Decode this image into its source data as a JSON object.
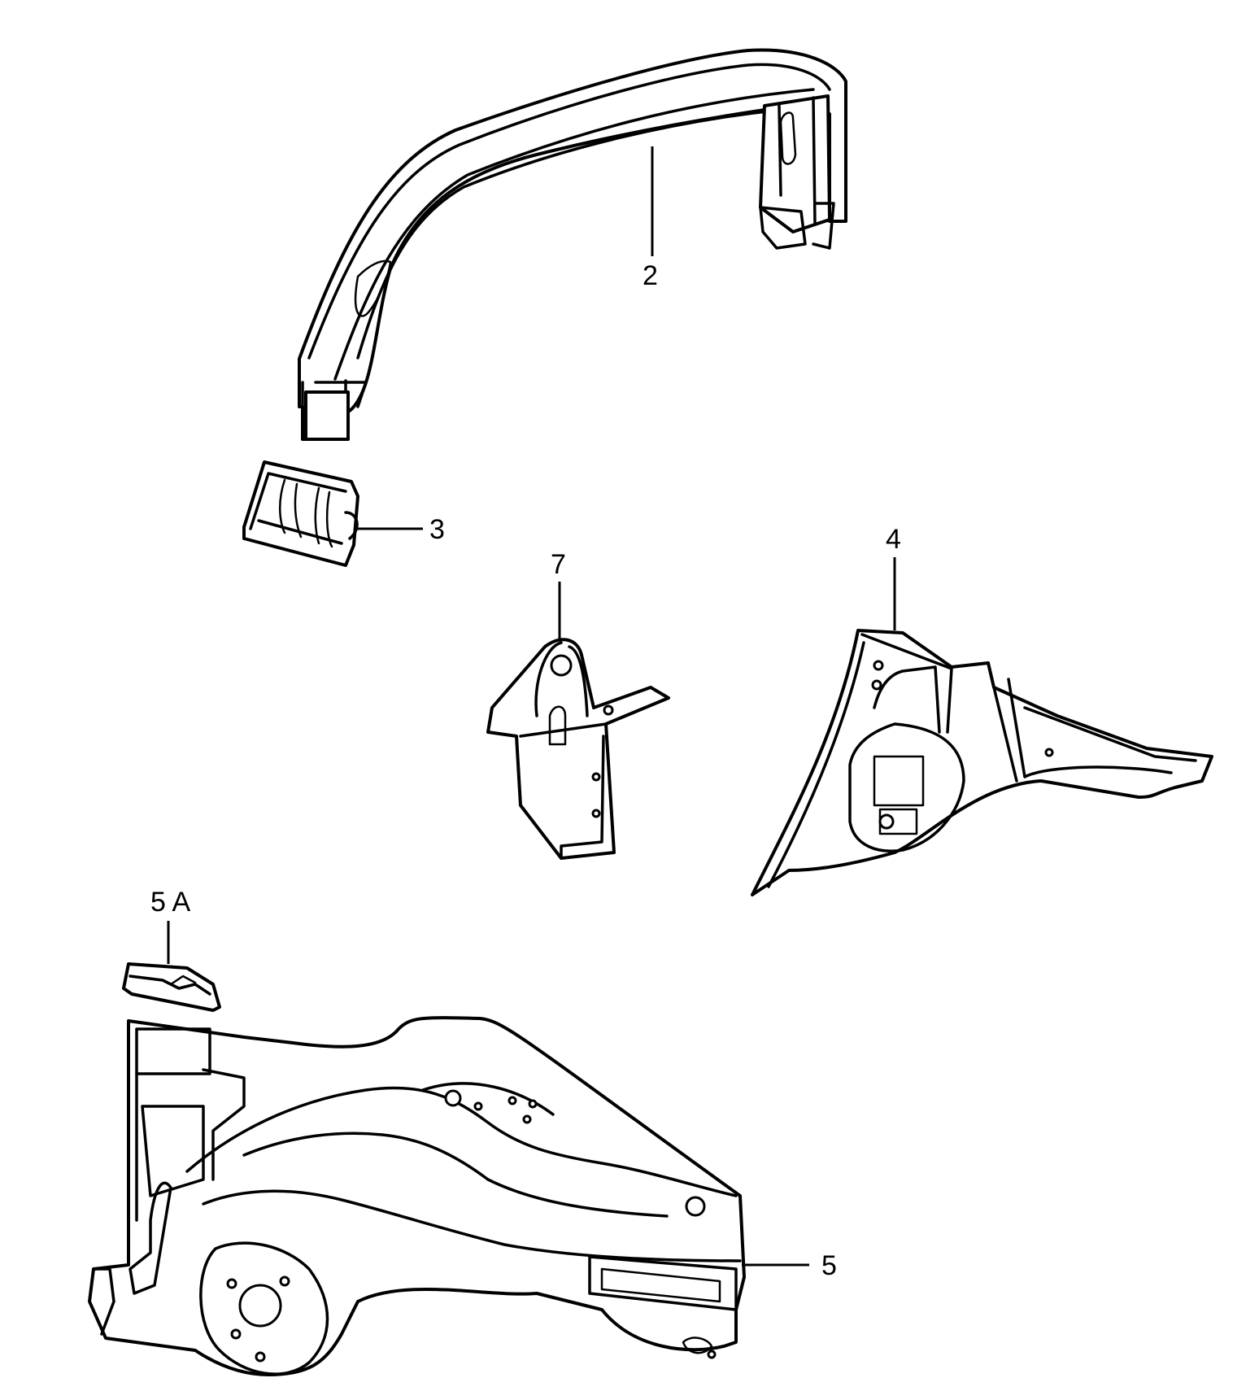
{
  "callouts": {
    "part_2": "2",
    "part_3": "3",
    "part_4": "4",
    "part_5": "5",
    "part_5a": "5 A",
    "part_7": "7"
  }
}
